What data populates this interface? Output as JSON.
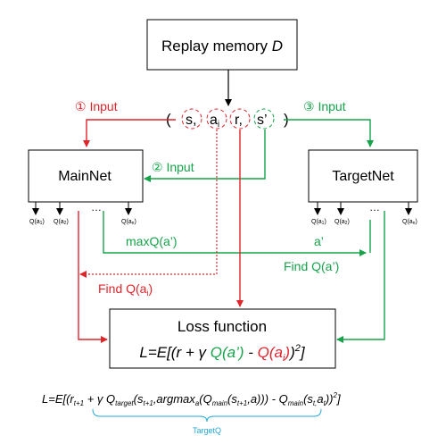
{
  "colors": {
    "red": "#e0242b",
    "green": "#16a34a",
    "black": "#000000",
    "cyan": "#22a8d8"
  },
  "replay": {
    "label": "Replay memory",
    "var": "D"
  },
  "tuple": {
    "open": "(",
    "close": ")",
    "s": "s,",
    "a_base": "a",
    "a_sub": "i",
    "r": "r,",
    "s_prime": "s’"
  },
  "step1": {
    "num": "①",
    "text": "Input"
  },
  "step2": {
    "num": "②",
    "text": "Input"
  },
  "step3": {
    "num": "③",
    "text": "Input"
  },
  "mainnet": {
    "label": "MainNet",
    "q_outputs": [
      [
        "Q(a",
        "1",
        ")"
      ],
      [
        "Q(a",
        "2",
        ")"
      ],
      [
        "Q(a",
        "n",
        ")"
      ]
    ]
  },
  "targetnet": {
    "label": "TargetNet",
    "q_outputs": [
      [
        "Q(a",
        "1",
        ")"
      ],
      [
        "Q(a",
        "2",
        ")"
      ],
      [
        "Q(a",
        "n",
        ")"
      ]
    ]
  },
  "ellipsis": "…",
  "maxq": "maxQ(a’)",
  "a_prime": "a’",
  "find_q_a_prime": "Find Q(a’)",
  "find_q_ai": {
    "base": "Find Q(a",
    "sub": "i",
    "close": ")"
  },
  "loss": {
    "title": "Loss function",
    "p1": "L=E[(r + γ ",
    "p2": "Q(a’)",
    "p3": " - ",
    "p4": "Q(a",
    "p4sub": "i",
    "p5": ")",
    "p6": ")",
    "p6sup": "2",
    "p7": "]"
  },
  "eq": {
    "pre": "L=E[(r",
    "s1": "t+1",
    "m1": " + γ Q",
    "s2": "target",
    "m2": "(s",
    "s3": "t+1",
    "m3": ",argmax",
    "s4": "a",
    "m4": "(Q",
    "s5": "main",
    "m5": "(s",
    "s6": "t+1",
    "m6": ",a))) - Q",
    "s7": "main",
    "m7": "(s",
    "s8": "t,",
    "m8": "a",
    "s9": "t",
    "m9": "))",
    "sup": "2",
    "end": "]"
  },
  "targetq": "TargetQ"
}
